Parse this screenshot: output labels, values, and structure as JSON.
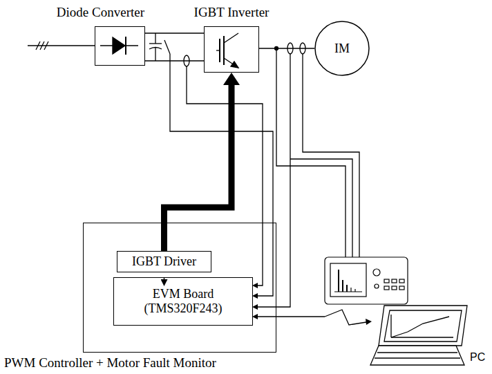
{
  "diagram": {
    "nodes": [
      {
        "text": [
          "Diode Converter"
        ]
      },
      {
        "text": [
          "IGBT Inverter"
        ]
      },
      {
        "text": [
          "IM"
        ]
      },
      {
        "text": [
          "PWM Controller + Motor Fault Monitor"
        ]
      },
      {
        "text": [
          "IGBT Driver"
        ],
        "in": 3
      },
      {
        "text": [
          "EVM Board (TMS320F243)"
        ],
        "in": 3
      }
    ],
    "edges": [
      {
        "from": 0,
        "to": 1,
        "arrow": "none"
      },
      {
        "from": 1,
        "to": 2,
        "arrow": "none"
      },
      {
        "from": 4,
        "to": 1,
        "arrow": "to"
      },
      {
        "from": 5,
        "to": 4,
        "arrow": "to"
      }
    ],
    "labels": [
      "PC"
    ]
  }
}
